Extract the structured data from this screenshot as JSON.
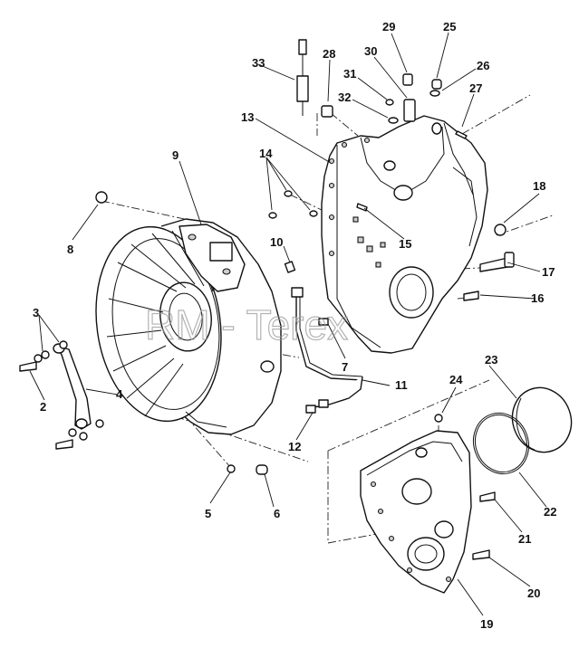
{
  "watermark": "RM - Terex",
  "callouts": [
    {
      "id": "2",
      "label": "2"
    },
    {
      "id": "3",
      "label": "3"
    },
    {
      "id": "4",
      "label": "4"
    },
    {
      "id": "5",
      "label": "5"
    },
    {
      "id": "6",
      "label": "6"
    },
    {
      "id": "7",
      "label": "7"
    },
    {
      "id": "8",
      "label": "8"
    },
    {
      "id": "9",
      "label": "9"
    },
    {
      "id": "10",
      "label": "10"
    },
    {
      "id": "11",
      "label": "11"
    },
    {
      "id": "12",
      "label": "12"
    },
    {
      "id": "13",
      "label": "13"
    },
    {
      "id": "14",
      "label": "14"
    },
    {
      "id": "15",
      "label": "15"
    },
    {
      "id": "16",
      "label": "16"
    },
    {
      "id": "17",
      "label": "17"
    },
    {
      "id": "18",
      "label": "18"
    },
    {
      "id": "19",
      "label": "19"
    },
    {
      "id": "20",
      "label": "20"
    },
    {
      "id": "21",
      "label": "21"
    },
    {
      "id": "22",
      "label": "22"
    },
    {
      "id": "23",
      "label": "23"
    },
    {
      "id": "24",
      "label": "24"
    },
    {
      "id": "25",
      "label": "25"
    },
    {
      "id": "26",
      "label": "26"
    },
    {
      "id": "27",
      "label": "27"
    },
    {
      "id": "28",
      "label": "28"
    },
    {
      "id": "29",
      "label": "29"
    },
    {
      "id": "30",
      "label": "30"
    },
    {
      "id": "31",
      "label": "31"
    },
    {
      "id": "32",
      "label": "32"
    },
    {
      "id": "33",
      "label": "33"
    }
  ]
}
